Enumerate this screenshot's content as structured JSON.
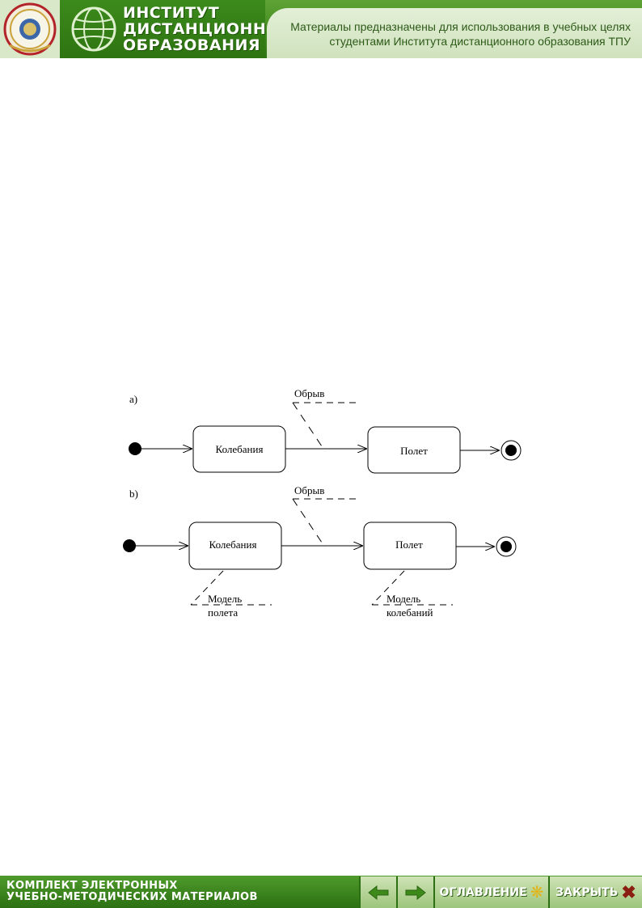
{
  "header": {
    "institute_lines": [
      "ИНСТИТУТ",
      "ДИСТАНЦИОННОГО",
      "ОБРАЗОВАНИЯ"
    ],
    "notice_lines": [
      "Материалы предназначены для использования в учебных целях",
      "студентами Института дистанционного образования ТПУ"
    ]
  },
  "diagram": {
    "a": {
      "label": "a)",
      "event": "Обрыв",
      "state1": "Колебания",
      "state2": "Полет"
    },
    "b": {
      "label": "b)",
      "event": "Обрыв",
      "state1": "Колебания",
      "state2": "Полет",
      "note1": [
        "Модель",
        "полета"
      ],
      "note2": [
        "Модель",
        "колебаний"
      ]
    }
  },
  "footer": {
    "title_lines": [
      "КОМПЛЕКТ ЭЛЕКТРОННЫХ",
      "УЧЕБНО-МЕТОДИЧЕСКИХ МАТЕРИАЛОВ"
    ],
    "contents_label": "ОГЛАВЛЕНИЕ",
    "close_label": "ЗАКРЫТЬ"
  }
}
